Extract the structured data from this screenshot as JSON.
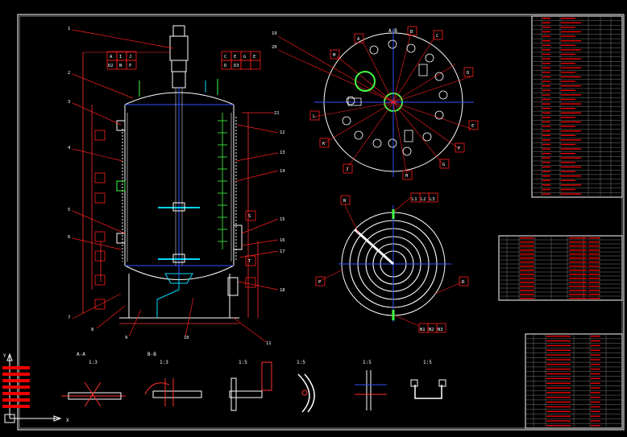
{
  "views": {
    "section_a": "A-A",
    "section_b": "B-B",
    "detail_1": "1:5",
    "detail_2": "1:5",
    "detail_3": "1:5",
    "detail_4": "1:5",
    "scale_1": "1:3",
    "scale_2": "1:3",
    "top_view_angle": "A-B"
  },
  "nozzle_letters": [
    "A",
    "B",
    "C",
    "D",
    "E",
    "F",
    "G",
    "H",
    "J",
    "K",
    "L",
    "M",
    "N",
    "P",
    "R",
    "S",
    "T"
  ],
  "callout_numbers": [
    "1",
    "2",
    "3",
    "4",
    "5",
    "6",
    "7",
    "8",
    "9",
    "10",
    "11",
    "12",
    "13",
    "14",
    "15",
    "16",
    "17",
    "18",
    "19",
    "20",
    "21"
  ],
  "nozzle_tags": {
    "top_left": [
      "A",
      "I",
      "J",
      "D2",
      "N",
      "P"
    ],
    "top_right": [
      "C",
      "E",
      "G",
      "E",
      "D",
      "D3"
    ],
    "bottom": [
      "N1",
      "N2",
      "N3"
    ],
    "coil": [
      "L1",
      "L2",
      "L3"
    ]
  },
  "axis": {
    "y": "Y",
    "x": "X"
  },
  "colors": {
    "background": "#000000",
    "outline": "#ffffff",
    "leader": "#ff2020",
    "dim": "#ff3030",
    "axis": "#3050ff",
    "accent": "#00d8ff",
    "green": "#40ff40",
    "yellow": "#ffff40"
  }
}
